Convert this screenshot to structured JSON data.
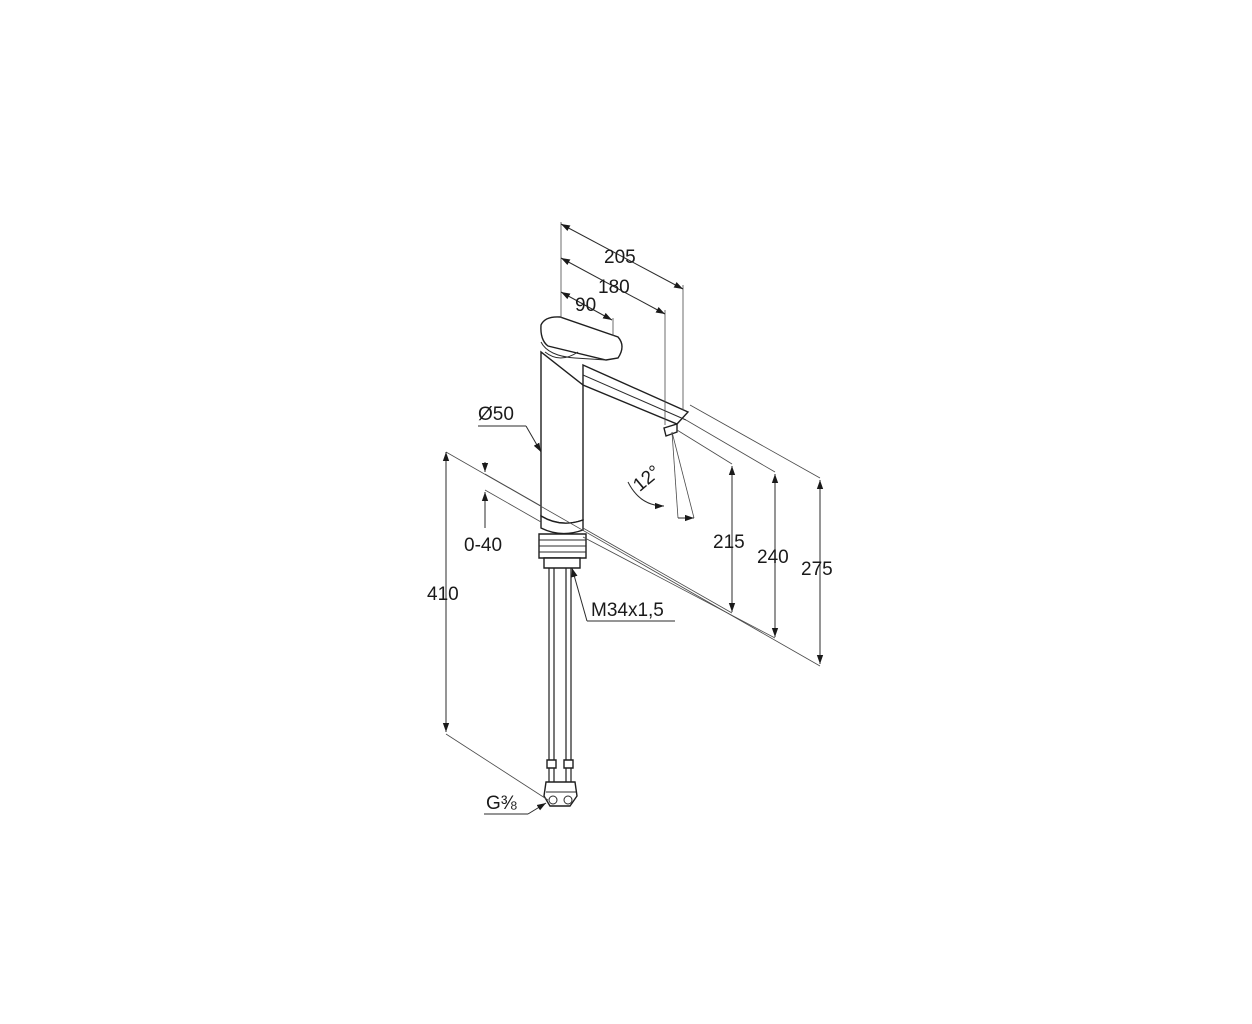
{
  "drawing": {
    "dimensions": {
      "d205": "205",
      "d180": "180",
      "d90": "90",
      "d215": "215",
      "d240": "240",
      "d275": "275",
      "d410": "410",
      "d040": "0-40"
    },
    "labels": {
      "diameter": "Ø50",
      "angle": "12°",
      "thread": "M34x1,5",
      "connection": "G⅜"
    },
    "line_color": "#1f1f1f"
  }
}
